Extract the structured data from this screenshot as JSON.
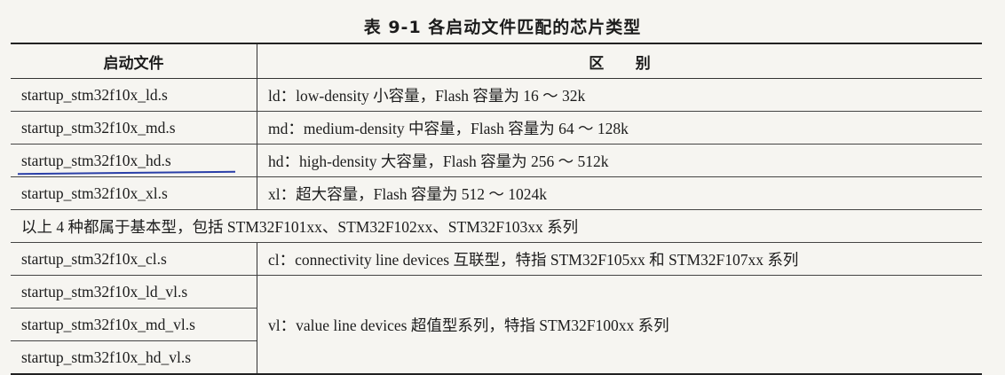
{
  "caption": "表 9-1   各启动文件匹配的芯片类型",
  "headers": [
    "启动文件",
    "区      别"
  ],
  "rows": {
    "ld": {
      "file": "startup_stm32f10x_ld.s",
      "desc": "ld：low-density 小容量，Flash 容量为 16 ～ 32k"
    },
    "md": {
      "file": "startup_stm32f10x_md.s",
      "desc": "md：medium-density 中容量，Flash 容量为 64 ～ 128k"
    },
    "hd": {
      "file": "startup_stm32f10x_hd.s",
      "desc": "hd：high-density 大容量，Flash 容量为 256 ～ 512k"
    },
    "xl": {
      "file": "startup_stm32f10x_xl.s",
      "desc": "xl：超大容量，Flash 容量为 512 ～ 1024k"
    },
    "summary": "以上 4 种都属于基本型，包括 STM32F101xx、STM32F102xx、STM32F103xx 系列",
    "cl": {
      "file": "startup_stm32f10x_cl.s",
      "desc": "cl：connectivity line devices 互联型，特指 STM32F105xx 和 STM32F107xx 系列"
    },
    "vl": {
      "files": [
        "startup_stm32f10x_ld_vl.s",
        "startup_stm32f10x_md_vl.s",
        "startup_stm32f10x_hd_vl.s"
      ],
      "desc": "vl：value line devices 超值型系列，特指 STM32F100xx 系列"
    }
  },
  "annotation": {
    "color": "#2a3fa8",
    "marks": "startup_stm32f10x_hd.s"
  }
}
